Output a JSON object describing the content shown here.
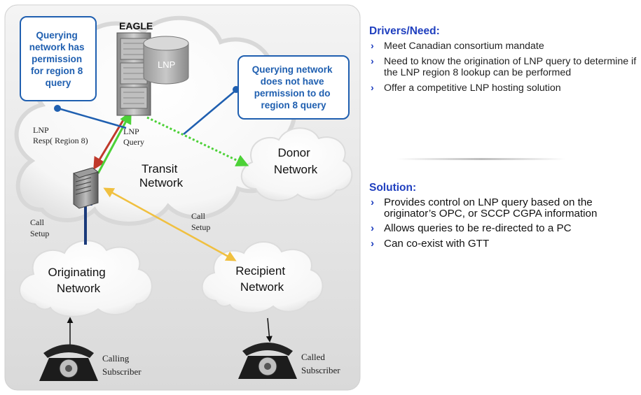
{
  "diagram": {
    "eagle_label": "EAGLE",
    "lnp_db_label": "LNP",
    "callout_permission": [
      "Querying",
      "network has",
      "permission",
      "for region 8",
      "query"
    ],
    "callout_no_permission": [
      "Querying network",
      "does not have",
      "permission to do",
      "region 8 query"
    ],
    "lnp_resp_label": [
      "LNP",
      "Resp( Region 8)"
    ],
    "lnp_query_label": [
      "LNP",
      "Query"
    ],
    "transit_network": [
      "Transit",
      "Network"
    ],
    "donor_network": [
      "Donor",
      "Network"
    ],
    "originating_network": [
      "Originating",
      "Network"
    ],
    "recipient_network": [
      "Recipient",
      "Network"
    ],
    "call_setup_left": [
      "Call",
      "Setup"
    ],
    "call_setup_right": [
      "Call",
      "Setup"
    ],
    "calling_subscriber": [
      "Calling",
      "Subscriber"
    ],
    "called_subscriber": [
      "Called",
      "Subscriber"
    ]
  },
  "drivers": {
    "heading": "Drivers/Need:",
    "items": [
      "Meet Canadian consortium mandate",
      "Need to know the origination of LNP query to determine if the LNP region 8 lookup can be performed",
      "Offer a competitive LNP hosting solution"
    ]
  },
  "solution": {
    "heading": "Solution:",
    "items": [
      "Provides control on LNP query based on the originator’s OPC, or SCCP CGPA information",
      "Allows queries to be re-directed to a PC",
      "Can co-exist with GTT"
    ]
  },
  "colors": {
    "heading_blue": "#1f3fbf",
    "callout_blue": "#1f5fb0",
    "arrow_red": "#c0392b",
    "arrow_green": "#4cd137",
    "arrow_navy": "#1a3a7a",
    "arrow_yellow": "#f0c040"
  }
}
